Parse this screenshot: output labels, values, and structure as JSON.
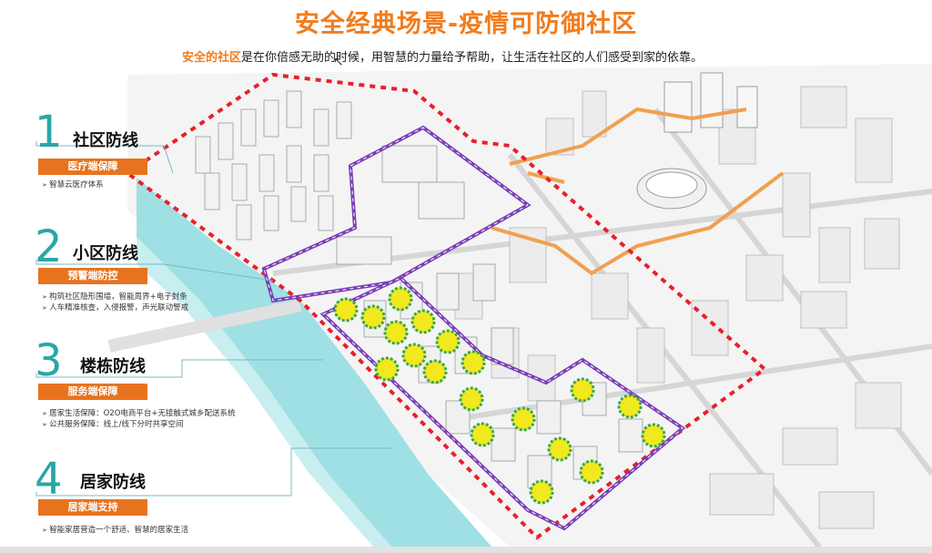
{
  "title": "安全经典场景-疫情可防御社区",
  "subtitle": {
    "highlight": "安全的社区",
    "rest": "是在你倍感无助的时候，用智慧的力量给予帮助，让生活在社区的人们感受到家的依靠。"
  },
  "lines": [
    {
      "number": "1",
      "name": "社区防线",
      "badge": "医疗端保障",
      "items": [
        "智慧云医疗体系"
      ]
    },
    {
      "number": "2",
      "name": "小区防线",
      "badge": "预警端防控",
      "items": [
        "构筑社区隐形围墙，智能周界+电子封条",
        "人车精准核查，入侵报警，声光联动警戒"
      ]
    },
    {
      "number": "3",
      "name": "楼栋防线",
      "badge": "服务端保障",
      "items": [
        "居家生活保障：O2O电商平台+无接触式城乡配送系统",
        "公共服务保障：线上/线下分时共享空间"
      ]
    },
    {
      "number": "4",
      "name": "居家防线",
      "badge": "居家端支持",
      "items": [
        "智能家居营造一个舒适、智慧的居家生活"
      ]
    }
  ],
  "colors": {
    "accent": "#f27c1c",
    "teal": "#2aa6a8",
    "red_boundary": "#e8202a",
    "purple_boundary": "#7a3fb5",
    "tree_fill": "#f2e81e",
    "tree_ring": "#3aa84a"
  }
}
